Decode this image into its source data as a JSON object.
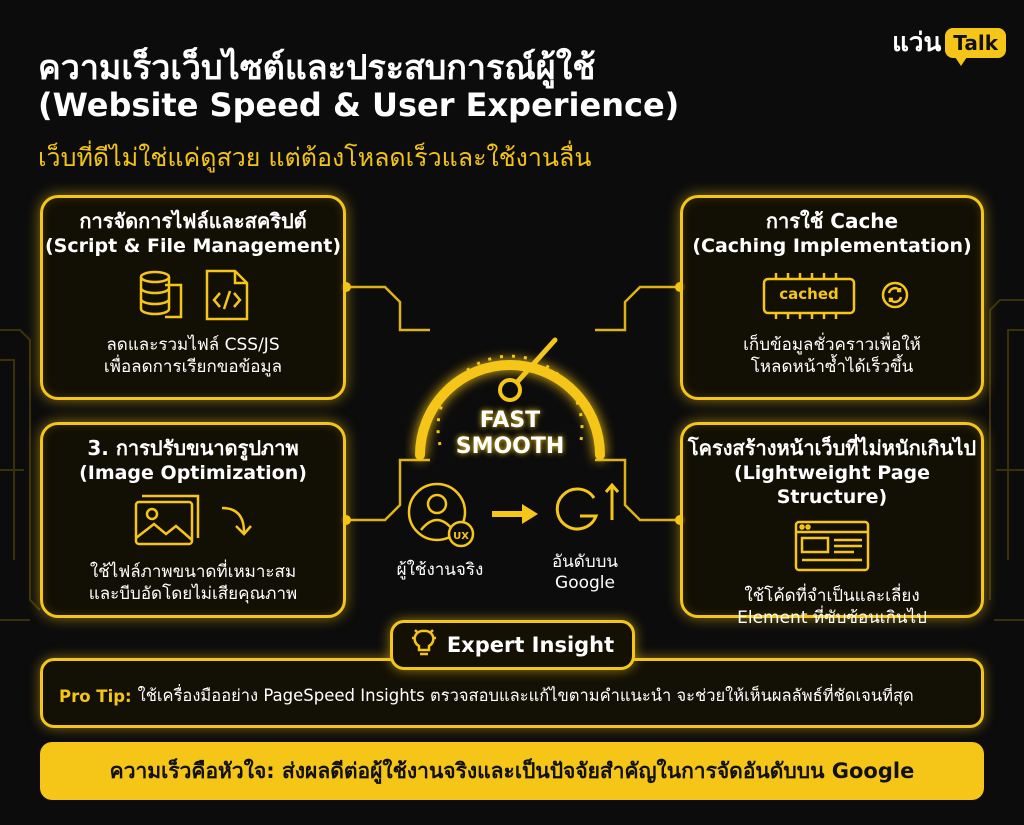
{
  "brand": {
    "word": "แว่น",
    "bubble": "Talk"
  },
  "header": {
    "title_th": "ความเร็วเว็บไซต์และประสบการณ์ผู้ใช้",
    "title_en": "(Website Speed & User Experience)",
    "subtitle": "เว็บที่ดีไม่ใช่แค่ดูสวย แต่ต้องโหลดเร็วและใช้งานลื่น"
  },
  "cards": {
    "script": {
      "title": "การจัดการไฟล์และสคริปต์",
      "subtitle": "(Script & File Management)",
      "desc_line1": "ลดและรวมไฟล์ CSS/JS",
      "desc_line2": "เพื่อลดการเรียกขอข้อมูล",
      "icons": [
        "file-stack-icon",
        "code-file-icon"
      ]
    },
    "cache": {
      "title": "การใช้ Cache",
      "subtitle": "(Caching Implementation)",
      "chip_label": "cached",
      "desc_line1": "เก็บข้อมูลชั่วคราวเพื่อให้",
      "desc_line2": "โหลดหน้าซ้ำได้เร็วขึ้น",
      "icons": [
        "chip-icon",
        "refresh-icon"
      ]
    },
    "image": {
      "title": "3. การปรับขนาดรูปภาพ",
      "subtitle": "(Image Optimization)",
      "desc_line1": "ใช้ไฟล์ภาพขนาดที่เหมาะสม",
      "desc_line2": "และบีบอัดโดยไม่เสียคุณภาพ",
      "icons": [
        "image-icon",
        "arrow-curve-icon"
      ]
    },
    "structure": {
      "title": "โครงสร้างหน้าเว็บที่ไม่หนักเกินไป",
      "subtitle": "(Lightweight Page Structure)",
      "desc_line1": "ใช้โค้ดที่จำเป็นและเลี่ยง",
      "desc_line2": "Element ที่ซับซ้อนเกินไป",
      "icons": [
        "webpage-layout-icon"
      ]
    }
  },
  "center": {
    "gauge_line1": "FAST",
    "gauge_line2": "SMOOTH",
    "user_label": "ผู้ใช้งานจริง",
    "ux_badge": "UX",
    "google_label_line1": "อันดับบน",
    "google_label_line2": "Google",
    "icons": [
      "speedometer-icon",
      "user-icon",
      "arrow-right-icon",
      "google-icon",
      "arrow-up-icon"
    ]
  },
  "insight": {
    "button_label": "Expert Insight",
    "icon": "lightbulb-icon",
    "tip_label": "Pro Tip:",
    "tip_text": "ใช้เครื่องมืออย่าง PageSpeed Insights ตรวจสอบและแก้ไขตามคำแนะนำ จะช่วยให้เห็นผลลัพธ์ที่ชัดเจนที่สุด"
  },
  "banner": {
    "text": "ความเร็วคือหัวใจ: ส่งผลดีต่อผู้ใช้งานจริงและเป็นปัจจัยสำคัญในการจัดอันดับบน Google"
  },
  "colors": {
    "accent": "#f5c518",
    "background": "#0c0c0c",
    "text": "#ffffff"
  }
}
